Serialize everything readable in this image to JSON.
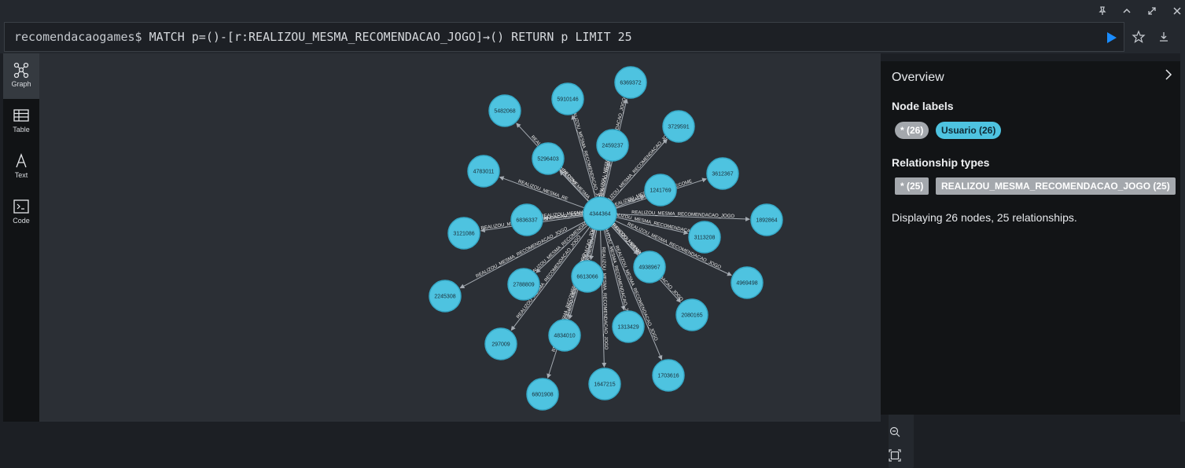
{
  "query": {
    "database": "recomendacaogames$",
    "text": "MATCH p=()-[r:REALIZOU_MESMA_RECOMENDACAO_JOGO]→() RETURN p LIMIT 25"
  },
  "window_controls": [
    "pin-icon",
    "collapse-icon",
    "expand-icon",
    "close-icon"
  ],
  "nav": [
    {
      "label": "Graph",
      "icon": "graph-icon",
      "active": true
    },
    {
      "label": "Table",
      "icon": "table-icon",
      "active": false
    },
    {
      "label": "Text",
      "icon": "text-icon",
      "active": false
    },
    {
      "label": "Code",
      "icon": "code-icon",
      "active": false
    }
  ],
  "overview": {
    "title": "Overview",
    "node_labels_heading": "Node labels",
    "node_label_all": "* (26)",
    "node_label_usuario": "Usuario (26)",
    "rel_types_heading": "Relationship types",
    "rel_type_all": "* (25)",
    "rel_type_name": "REALIZOU_MESMA_RECOMENDACAO_JOGO (25)",
    "status": "Displaying 26 nodes, 25 relationships."
  },
  "graph": {
    "node_color": "#4ec3e0",
    "node_border": "#36a9c7",
    "edge_color": "#a5abb2",
    "center": "4344364",
    "nodes": [
      "6369372",
      "5910146",
      "5482068",
      "3729591",
      "2459237",
      "5296403",
      "3612367",
      "4783011",
      "1241769",
      "6836337",
      "1892864",
      "3121086",
      "3113208",
      "2245308",
      "2788809",
      "6613066",
      "4938967",
      "4969498",
      "2080165",
      "297009",
      "4834010",
      "1313429",
      "6801908",
      "1647215",
      "1703616"
    ],
    "edge_label": "REALIZOU_MESMA_RECOMENDACAO_JOGO",
    "edge_labels_visible": [
      "REALIZOU_MESMA_RECOMENDACAO_JOGO",
      "REALIZOU_MESMA_RECOMENDACAO_JOGO",
      "REALIZOU_MESMA_RECOME",
      "REALIZOU_MESMA_RECOMENDACAO_JOGO",
      "REALIZOU_MESMA_RECOMENDACAO_JOGO",
      "REALIZOU_MESMA_RECO",
      "REALIZOU_MESMA_RECOME",
      "REALIZOU_MESMA_RE",
      "REALIZOU_MESMA_RECOMEND",
      "REALIZOU_MESMA_RECOMENDACAO_JOGO",
      "REALIZOU_MESMA_RECOMENDACAO_JOGO",
      "REALIZOU_MESMA_RECOMENDACAO_JOGO",
      "REALIZOU_MESMA_RECOMENDACAO_JOGO",
      "REALIZOU_MESMA_RECOMENDACAO_JOGO",
      "REALIZOU_MESMA_RECOMENDACAO_JOGO",
      "REALIZOU_MESMA_RECOMENDACAO_JOGO",
      "REALIZOU_MESMA_RECOMENDACAO_JOGO",
      "REALIZOU_MESMA_RECOMENDACAO_JOGO",
      "REALIZOU_MESMA_RECOMENDACAO_JOGO",
      "REALIZOU_MESMA_RECOMENDACAO_JOGO",
      "REALIZOU_MESMA_RECOMENDACAO_JOGO",
      "REALIZOU_MESMA_RECOMENDACAO_JOGO",
      "REALIZOU_MESMA_RECOMENDACAO_JOGO",
      "REALIZOU_MESMA_RECOMENDACAO_JOGO",
      "REALIZOU_MESMA_RECOMENDACAO_JOGO"
    ]
  },
  "zoom_controls": [
    "zoom-in-icon",
    "zoom-out-icon",
    "fit-icon"
  ]
}
